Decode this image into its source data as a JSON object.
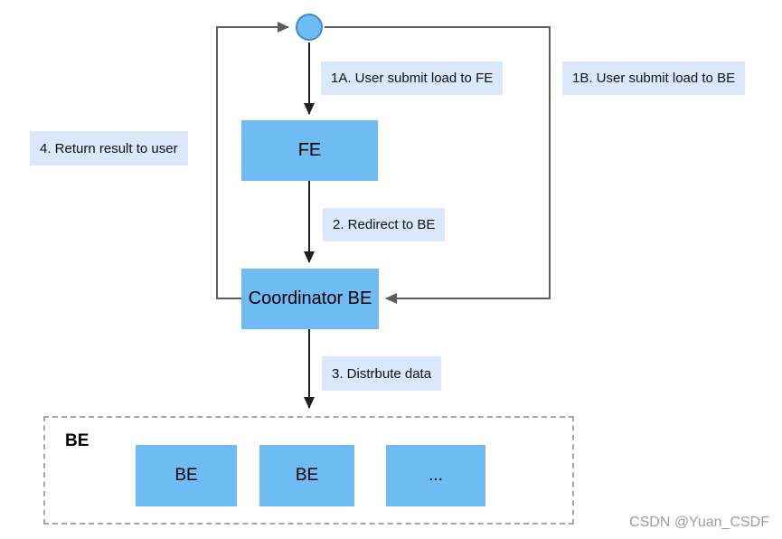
{
  "diagram": {
    "start_node": {
      "type": "circle"
    },
    "nodes": {
      "fe": {
        "label": "FE"
      },
      "coordinator": {
        "label": "Coordinator BE"
      },
      "be_group": {
        "label": "BE"
      },
      "be1": {
        "label": "BE"
      },
      "be2": {
        "label": "BE"
      },
      "be3": {
        "label": "..."
      }
    },
    "annotations": {
      "step_1a": "1A. User submit load to FE",
      "step_1b": "1B. User submit load to BE",
      "step_2": "2. Redirect to BE",
      "step_3": "3. Distrbute data",
      "step_4": "4. Return result to user"
    },
    "colors": {
      "node_fill": "#6FBBF3",
      "circle_fill": "#6FBBF3",
      "circle_stroke": "#4389C7",
      "label_bg": "#DBE7FA",
      "line_loop": "#5C5C5C",
      "line_dark": "#1F1F1F",
      "dashed_border": "#A6A6A6",
      "watermark": "#9E9E9E"
    }
  },
  "watermark": "CSDN @Yuan_CSDF"
}
